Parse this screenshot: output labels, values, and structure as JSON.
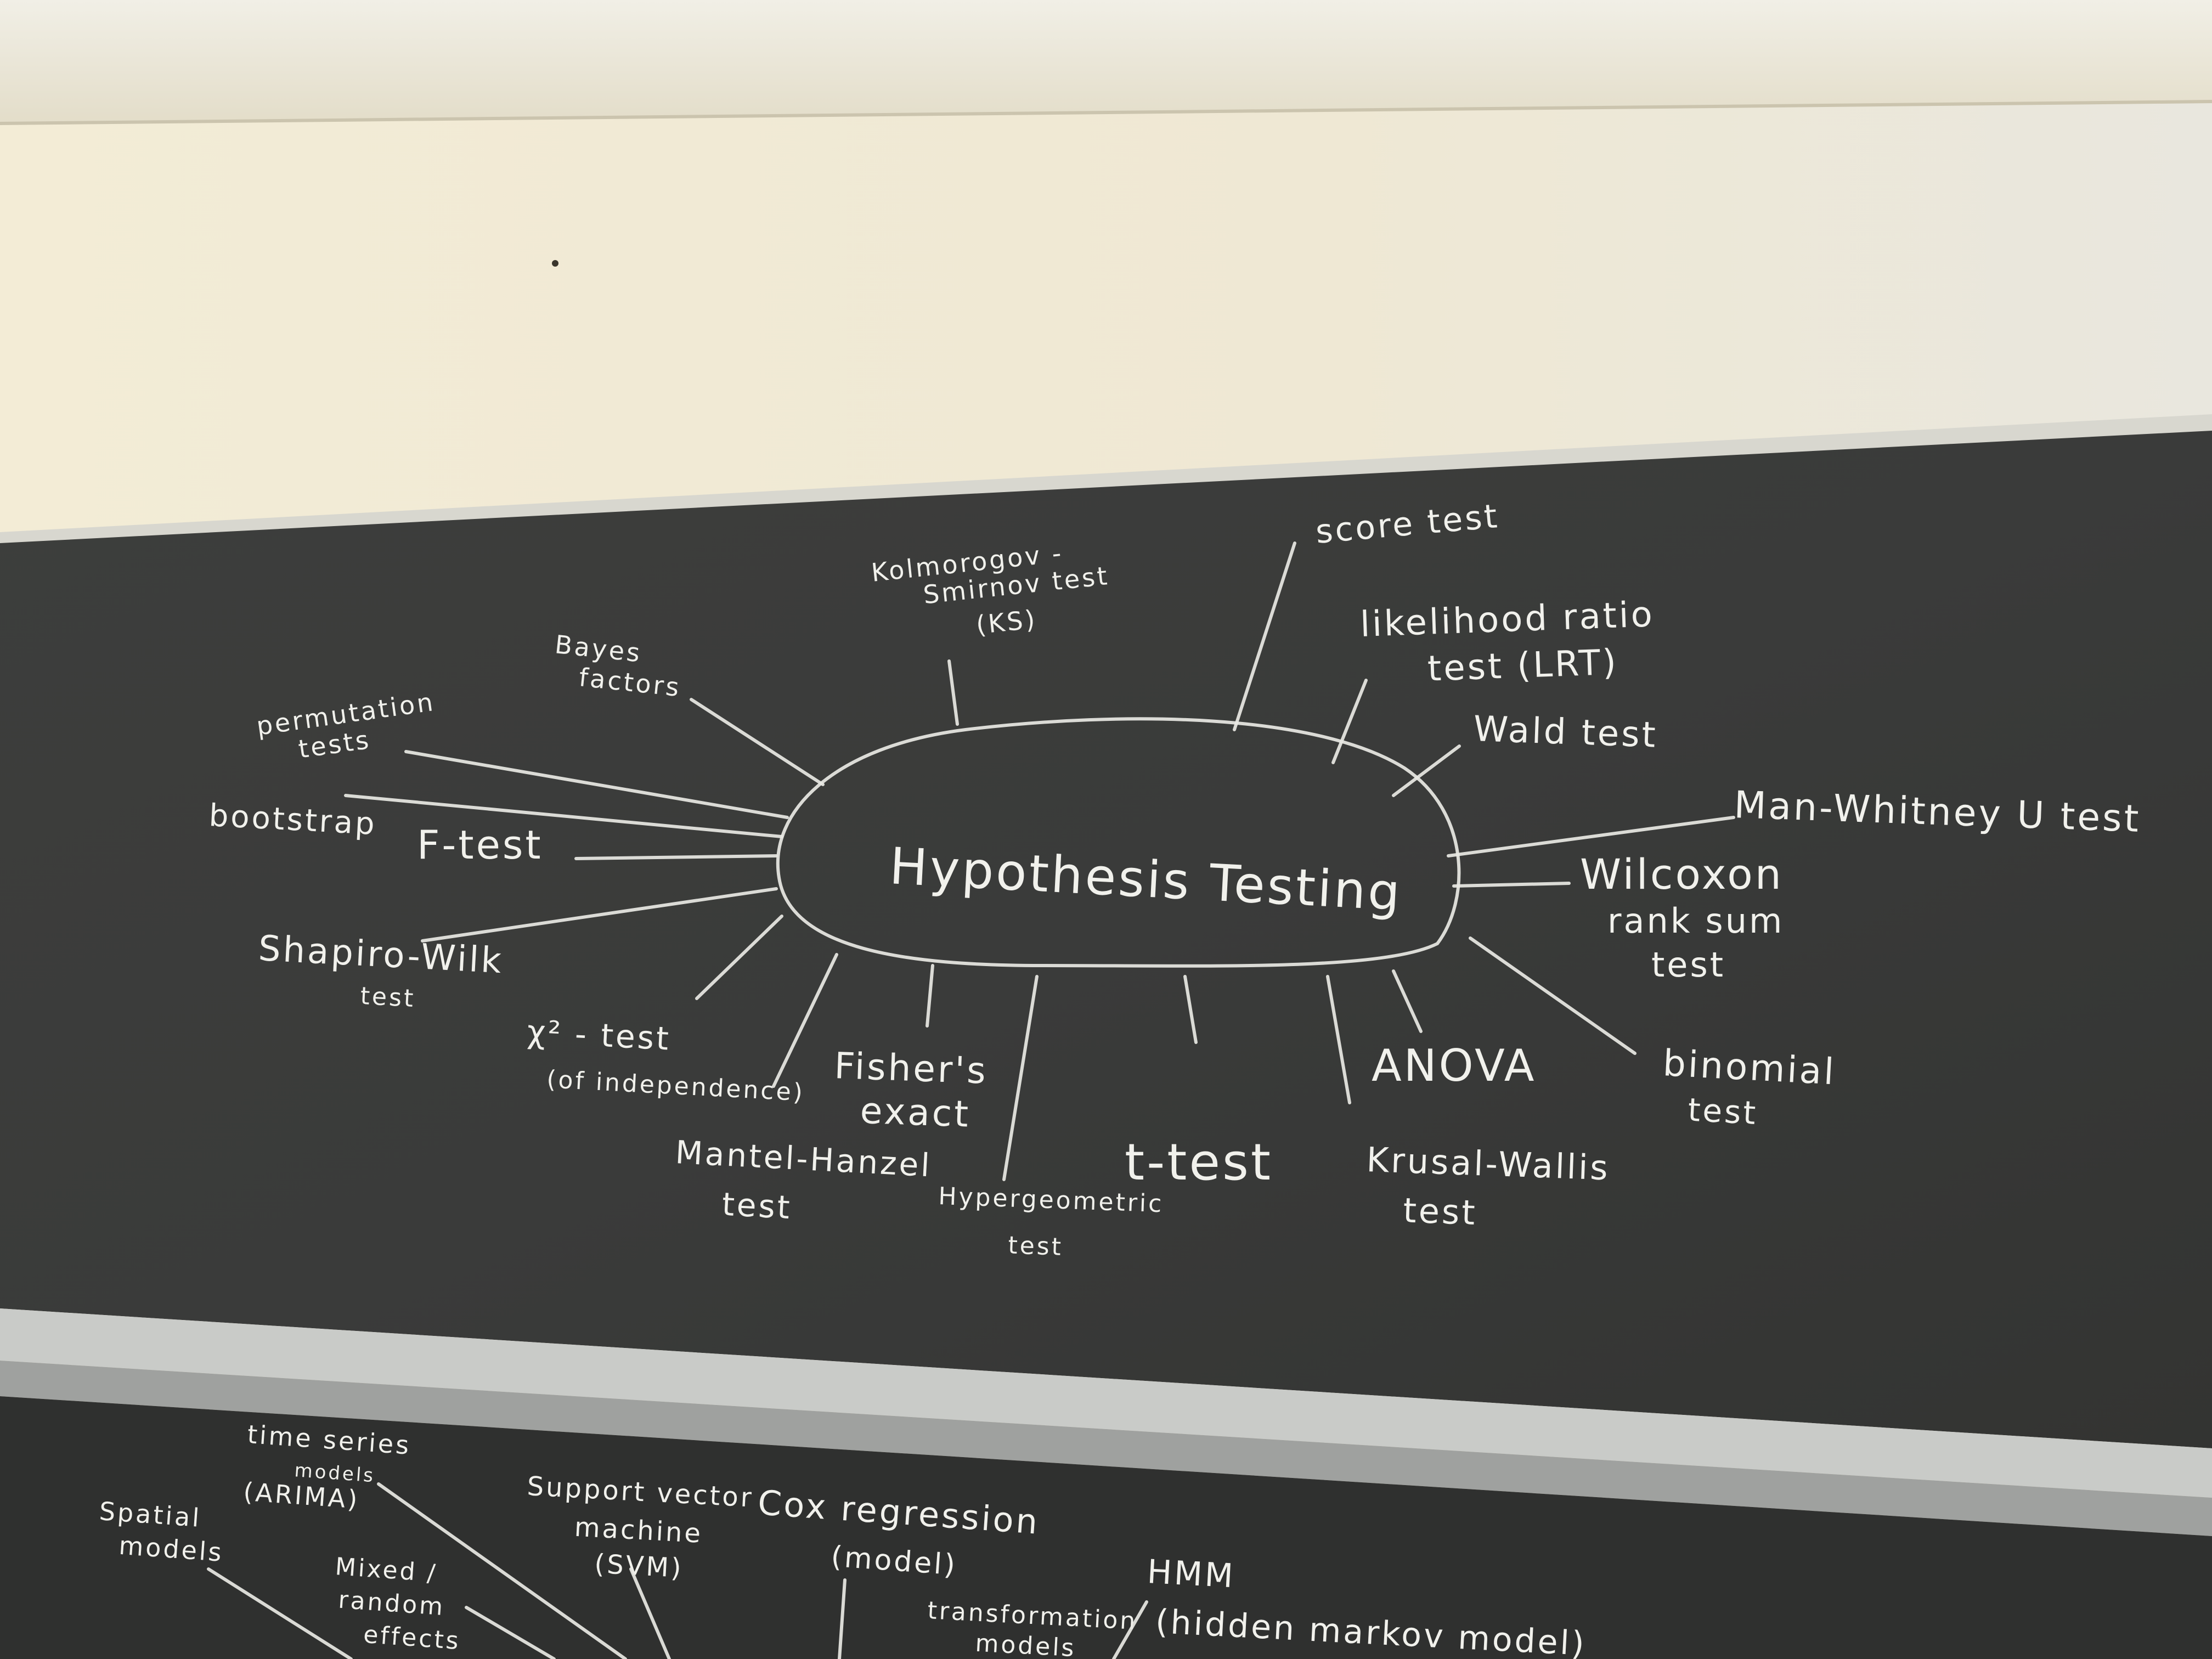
{
  "upper_board": {
    "center": "Hypothesis Testing",
    "topics": {
      "permutation": [
        "permutation",
        "tests"
      ],
      "bayes": [
        "Bayes",
        "factors"
      ],
      "ks": [
        "Kolmorogov -",
        "Smirnov test",
        "(KS)"
      ],
      "score": [
        "score test"
      ],
      "lrt": [
        "likelihood ratio",
        "test (LRT)"
      ],
      "wald": [
        "Wald test"
      ],
      "mann_whitney": [
        "Man-Whitney U test"
      ],
      "wilcoxon": [
        "Wilcoxon",
        "rank sum",
        "test"
      ],
      "binomial": [
        "binomial",
        "test"
      ],
      "kruskal": [
        "Krusal-Wallis",
        "test"
      ],
      "anova": [
        "ANOVA"
      ],
      "t_test": [
        "t-test"
      ],
      "hypergeometric": [
        "Hypergeometric",
        "test"
      ],
      "fishers": [
        "Fisher's",
        "exact"
      ],
      "mantel": [
        "Mantel-Hanzel",
        "test"
      ],
      "chi_sq": [
        "χ² - test",
        "(of independence)"
      ],
      "shapiro": [
        "Shapiro-Wilk",
        "test"
      ],
      "f_test": [
        "F-test"
      ],
      "bootstrap": [
        "bootstrap"
      ]
    }
  },
  "lower_board": {
    "topics": {
      "spatial": [
        "Spatial",
        "models"
      ],
      "time_series": [
        "time series",
        "models",
        "(ARIMA)"
      ],
      "mixed": [
        "Mixed /",
        "random",
        "effects"
      ],
      "svm": [
        "Support vector",
        "machine",
        "(SVM)"
      ],
      "cox": [
        "Cox regression",
        "(model)"
      ],
      "transformation": [
        "transformation",
        "models"
      ],
      "hmm": [
        "HMM",
        "(hidden markov model)"
      ]
    }
  },
  "colors": {
    "wall": "#efe7d2",
    "board": "#3a3b3a",
    "chalk": "#f1f1ec",
    "tray": "#c9cbc8"
  }
}
